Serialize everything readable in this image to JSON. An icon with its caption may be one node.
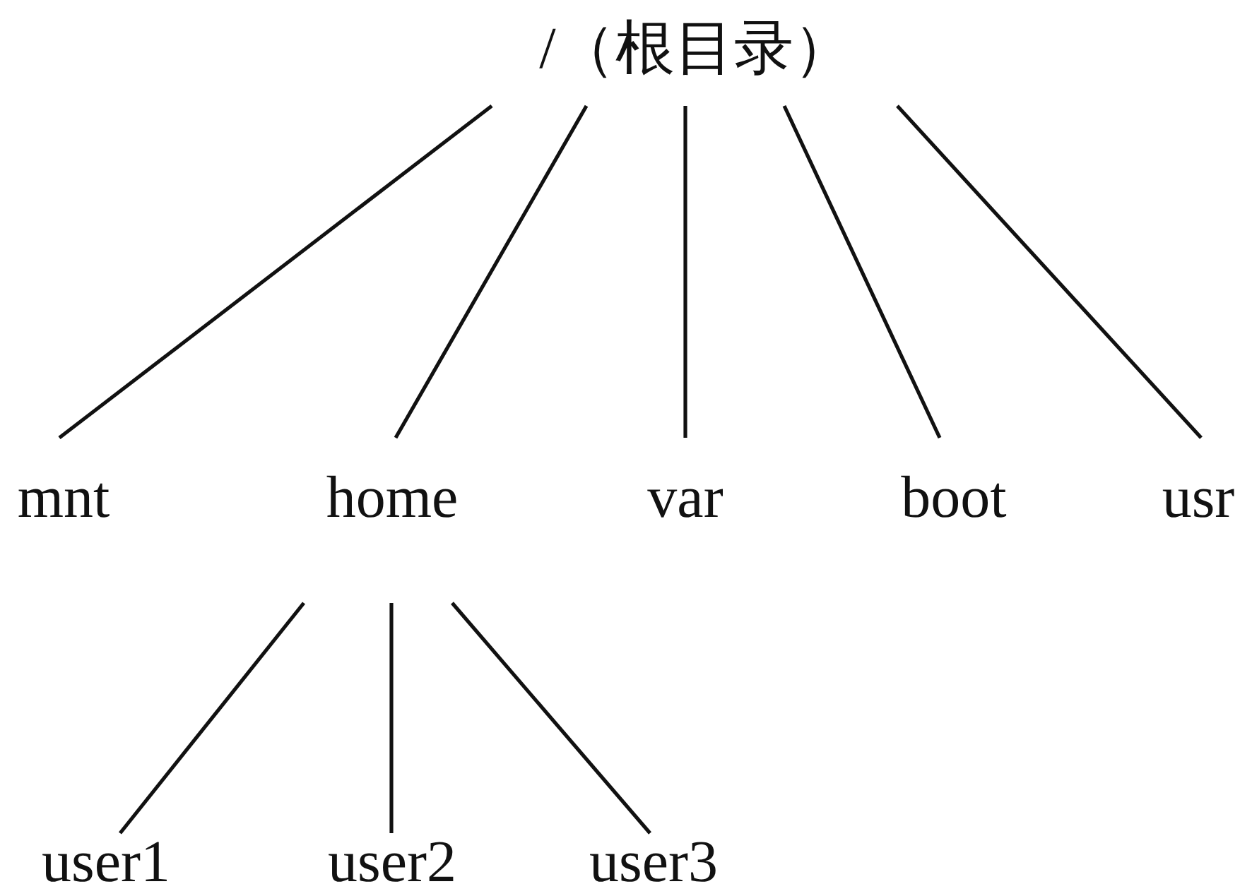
{
  "diagram": {
    "nodes": [
      {
        "text": [
          "/（根目录）"
        ]
      },
      {
        "text": [
          "mnt"
        ]
      },
      {
        "text": [
          "home"
        ]
      },
      {
        "text": [
          "var"
        ]
      },
      {
        "text": [
          "boot"
        ]
      },
      {
        "text": [
          "usr"
        ]
      },
      {
        "text": [
          "user1"
        ]
      },
      {
        "text": [
          "user2"
        ]
      },
      {
        "text": [
          "user3"
        ]
      }
    ],
    "edges": [
      {
        "from": 0,
        "to": 1,
        "arrow": "none"
      },
      {
        "from": 0,
        "to": 2,
        "arrow": "none"
      },
      {
        "from": 0,
        "to": 3,
        "arrow": "none"
      },
      {
        "from": 0,
        "to": 4,
        "arrow": "none"
      },
      {
        "from": 0,
        "to": 5,
        "arrow": "none"
      },
      {
        "from": 2,
        "to": 6,
        "arrow": "none"
      },
      {
        "from": 2,
        "to": 7,
        "arrow": "none"
      },
      {
        "from": 2,
        "to": 8,
        "arrow": "none"
      }
    ]
  }
}
